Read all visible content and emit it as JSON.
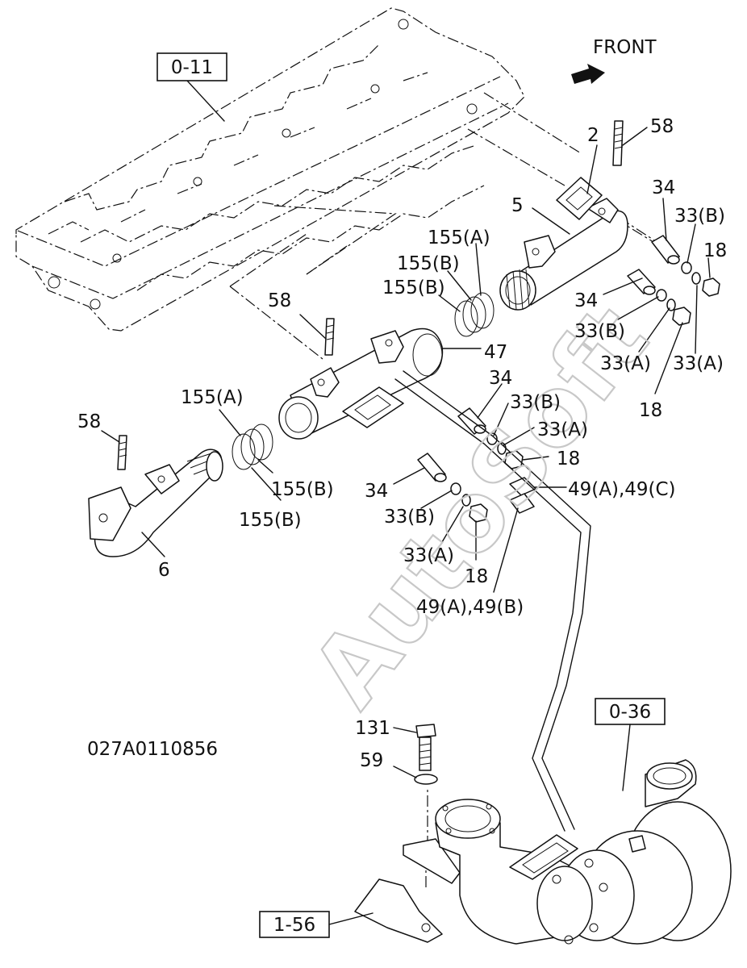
{
  "drawing_code": "027A0110856",
  "watermark": "AutoSoft",
  "direction_label": "FRONT",
  "ref_boxes": {
    "head": "0-11",
    "turbo": "0-36",
    "bracket": "1-56"
  },
  "callouts": {
    "c2": "2",
    "c58_top": "58",
    "c5": "5",
    "c34_a": "34",
    "c33b_a": "33(B)",
    "c18_a": "18",
    "c34_b": "34",
    "c33b_b": "33(B)",
    "c33a_a": "33(A)",
    "c33a_b": "33(A)",
    "c18_b": "18",
    "c155a_top": "155(A)",
    "c155b_top1": "155(B)",
    "c155b_top2": "155(B)",
    "c58_mid": "58",
    "c47": "47",
    "c34_c": "34",
    "c33b_c": "33(B)",
    "c33a_c": "33(A)",
    "c18_c": "18",
    "c49ac": "49(A),49(C)",
    "c155a_left": "155(A)",
    "c58_left": "58",
    "c155b_left1": "155(B)",
    "c155b_left2": "155(B)",
    "c34_d": "34",
    "c33b_d": "33(B)",
    "c33a_d": "33(A)",
    "c18_d": "18",
    "c49ab": "49(A),49(B)",
    "c6": "6",
    "c131": "131",
    "c59": "59"
  }
}
